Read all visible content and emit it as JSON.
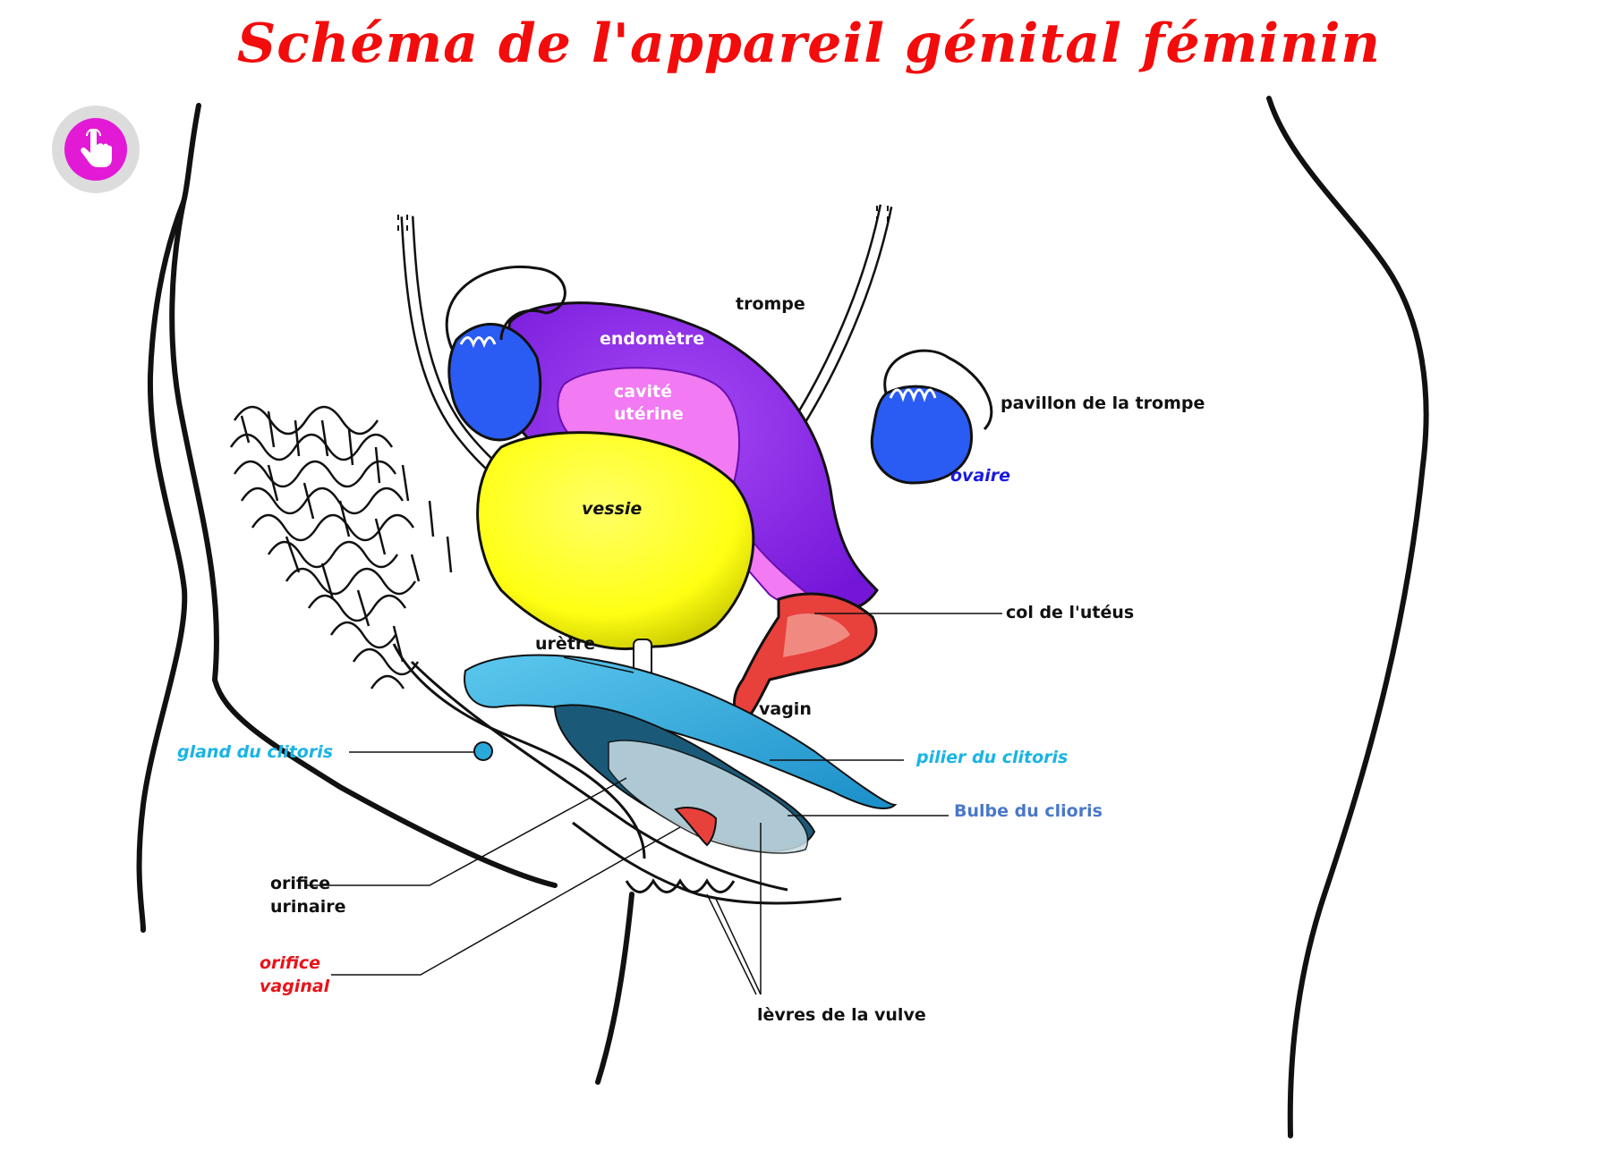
{
  "title": "Schéma de l'appareil génital féminin",
  "touch_button": {
    "icon": "hand-pointer-icon"
  },
  "labels": {
    "trompe": "trompe",
    "endometre": "endomètre",
    "cavite_1": "cavité",
    "cavite_2": "utérine",
    "pavillon": "pavillon de la trompe",
    "ovaire": "ovaire",
    "vessie": "vessie",
    "col": "col de l'utéus",
    "uretre": "urètre",
    "vagin": "vagin",
    "gland": "gland  du clitoris",
    "pilier": "pilier  du clitoris",
    "bulbe": "Bulbe du clioris",
    "orifice_urinaire_1": "orifice",
    "orifice_urinaire_2": "urinaire",
    "orifice_vaginal_1": "orifice",
    "orifice_vaginal_2": "vaginal",
    "levres": "lèvres de la vulve"
  },
  "colors": {
    "title": "#f20c0c",
    "touch_button": "#e21ad6",
    "bladder": "#ffff1a",
    "uterus": "#9424f2",
    "uterine_cavity": "#f27af2",
    "ovary": "#2a5cf4",
    "vagina": "#e8403a",
    "clitoris": "#2aa8dc",
    "bulb": "#1a5a78",
    "label_black": "#111111",
    "label_blue": "#1a1ae0",
    "label_cyan": "#19b4e6",
    "label_steel": "#4a78c8",
    "label_red": "#e8141a"
  }
}
